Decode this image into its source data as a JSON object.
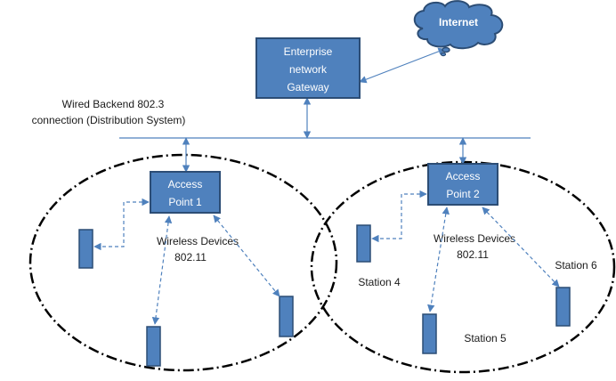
{
  "colors": {
    "box_fill": "#4f81bd",
    "box_border": "#2c4d75",
    "line": "#4f81bd",
    "cell_outline": "#000000",
    "text": "#1a1a1a",
    "box_text": "#ffffff"
  },
  "internet": {
    "label": "Internet",
    "icon": "cloud-icon"
  },
  "gateway": {
    "lines": [
      "Enterprise",
      "network",
      "Gateway"
    ]
  },
  "backbone": {
    "lines": [
      "Wired Backend 802.3",
      "connection (Distribution System)"
    ]
  },
  "ap1": {
    "lines": [
      "Access",
      "Point 1"
    ],
    "devices_label": [
      "Wireless Devices",
      "802.11"
    ]
  },
  "ap2": {
    "lines": [
      "Access",
      "Point 2"
    ],
    "devices_label": [
      "Wireless Devices",
      "802.11"
    ]
  },
  "stations": {
    "station4": "Station 4",
    "station5": "Station 5",
    "station6": "Station 6"
  }
}
